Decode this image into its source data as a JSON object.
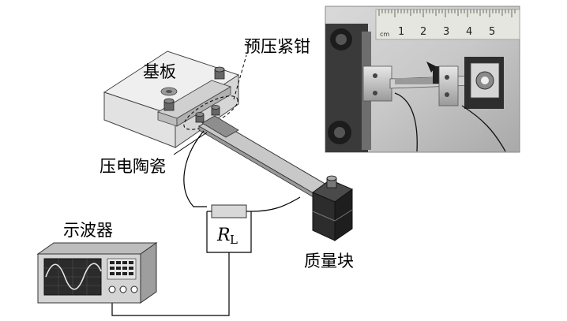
{
  "labels": {
    "substrate": "基板",
    "preload_clamp": "预压紧钳",
    "piezo_ceramic": "压电陶瓷",
    "oscilloscope": "示波器",
    "resistor_symbol": "R",
    "resistor_subscript": "L",
    "mass_block": "质量块"
  },
  "photo": {
    "ruler_unit": "cm",
    "ruler_numbers": [
      "1",
      "2",
      "3",
      "4",
      "5"
    ]
  }
}
